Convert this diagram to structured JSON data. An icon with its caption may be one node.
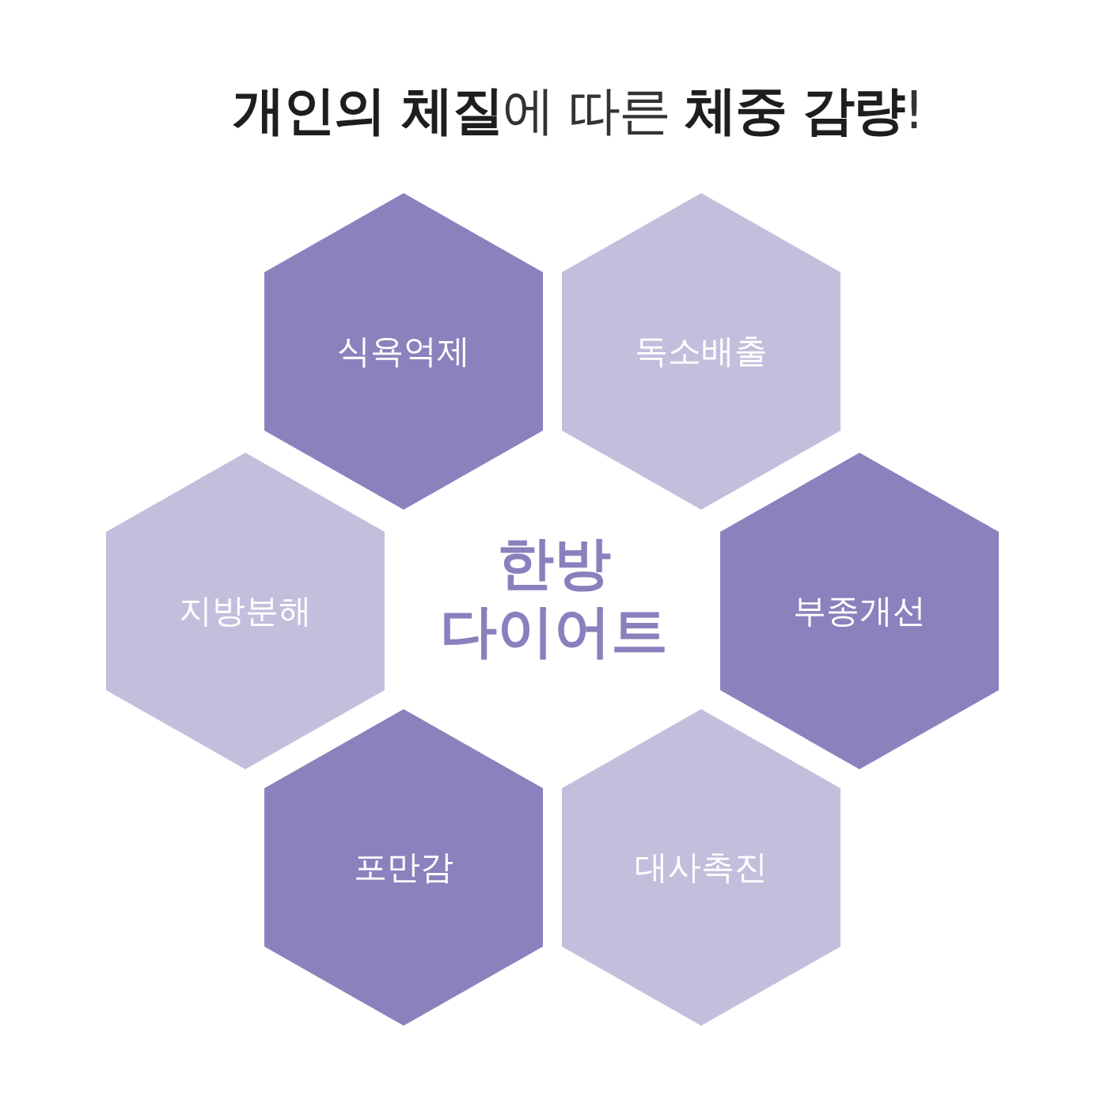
{
  "diagram": {
    "title": "**개인의 체질**에 따른 **체중 감량**!",
    "nodes": [
      {
        "text": [
          "식욕억제"
        ]
      },
      {
        "text": [
          "독소배출"
        ]
      },
      {
        "text": [
          "지방분해"
        ]
      },
      {
        "text": [
          "부종개선"
        ]
      },
      {
        "text": [
          "포만감"
        ]
      },
      {
        "text": [
          "대사촉진"
        ]
      }
    ],
    "labels": [
      "한방 다이어트"
    ]
  }
}
